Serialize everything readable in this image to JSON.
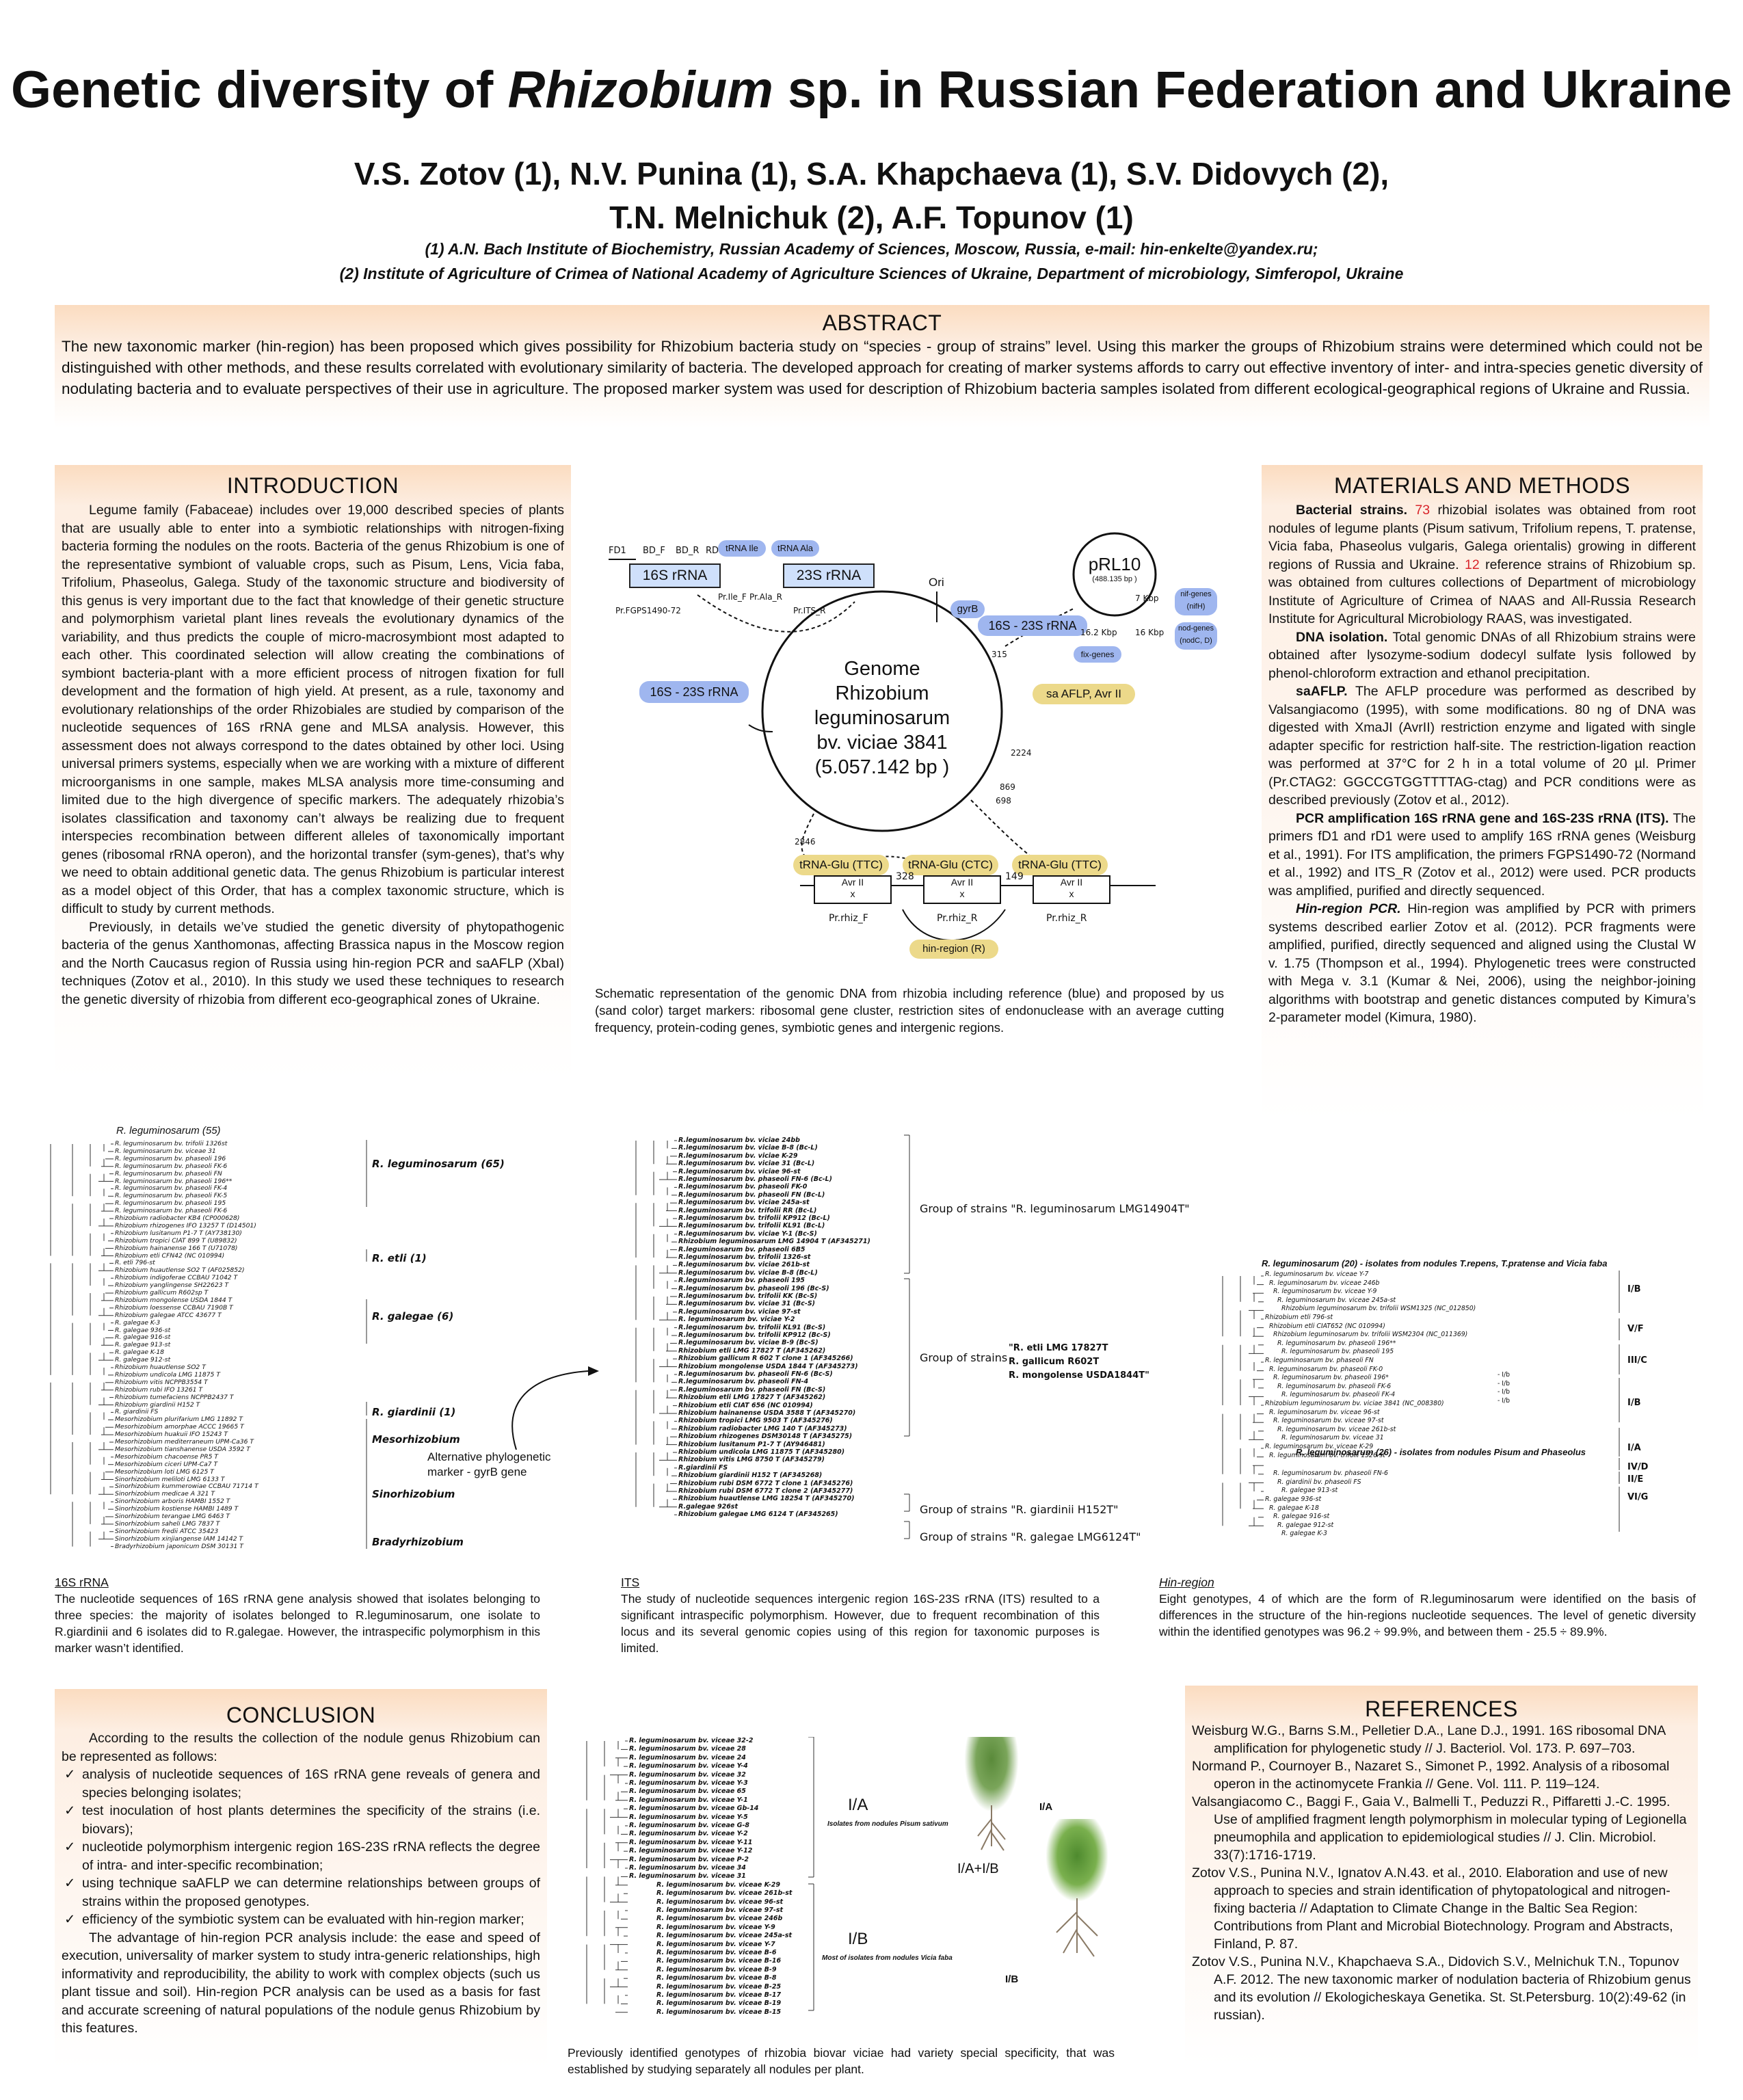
{
  "header": {
    "title_pre": "Genetic diversity of ",
    "title_italic": "Rhizobium",
    "title_post": " sp. in Russian Federation and Ukraine",
    "authors_line1": "V.S. Zotov (1), N.V. Punina (1), S.A. Khapchaeva (1), S.V. Didovych (2),",
    "authors_line2": "T.N. Melnichuk (2), A.F. Topunov (1)",
    "affil_line1": "(1) A.N. Bach Institute of Biochemistry, Russian Academy of Sciences, Moscow, Russia, e-mail: hin-enkelte@yandex.ru;",
    "affil_line2": "(2) Institute of Agriculture of Crimea of National Academy of Agriculture Sciences of Ukraine, Department of microbiology, Simferopol, Ukraine"
  },
  "abstract": {
    "heading": "ABSTRACT",
    "text": "The new taxonomic marker (hin-region) has been proposed which gives possibility for Rhizobium bacteria study on “species - group of strains” level. Using this marker the groups of Rhizobium strains were determined which could not be distinguished with other methods, and these results correlated with evolutionary similarity of bacteria. The developed approach for creating of marker systems affords to carry out effective inventory of inter- and intra-species genetic diversity of nodulating bacteria and to evaluate perspectives of their use in agriculture. The proposed marker system was used for description of Rhizobium bacteria samples isolated from different ecological-geographical regions of Ukraine and Russia."
  },
  "introduction": {
    "heading": "INTRODUCTION",
    "p1": "Legume family (Fabaceae) includes over 19,000 described species of plants that are usually able to enter into a symbiotic relationships with nitrogen-fixing bacteria forming the nodules on the roots. Bacteria of the genus Rhizobium is one of the representative symbiont of valuable crops, such as Pisum, Lens, Vicia faba, Trifolium, Phaseolus, Galega. Study of the taxonomic structure and biodiversity of this genus is very important due to the fact that knowledge of their genetic structure and polymorphism varietal plant lines reveals the evolutionary dynamics of the variability, and thus predicts the couple of micro-macrosymbiont most adapted to each other. This coordinated selection will allow creating the combinations of symbiont bacteria-plant with a more efficient process of nitrogen fixation for full development and the formation of high yield. At present, as a rule, taxonomy and evolutionary relationships of the order Rhizobiales are studied by comparison of the nucleotide sequences of 16S rRNA gene and MLSA analysis. However, this assessment does not always correspond to the dates obtained by other loci. Using universal primers systems, especially when we are working with a mixture of different microorganisms in one sample, makes MLSA analysis more time-consuming and limited due to the high divergence of specific markers. The adequately rhizobia’s isolates classification and taxonomy can’t always be realizing due to frequent interspecies recombination between different alleles of taxonomically important genes (ribosomal rRNA operon), and the horizontal transfer (sym-genes), that’s why we need to obtain additional genetic data. The genus Rhizobium is particular interest as a model object of this Order, that has a complex taxonomic structure, which is difficult to study by current methods.",
    "p2": "Previously, in details we’ve studied the genetic diversity of phytopathogenic bacteria of the genus Xanthomonas, affecting Brassica napus in the Moscow region and the North Caucasus region of Russia using hin-region PCR and saAFLP (XbaI) techniques (Zotov et al., 2010). In this study we used these techniques to research the genetic diversity of rhizobia from different eco-geographical zones of Ukraine."
  },
  "diagram": {
    "genome_l1": "Genome",
    "genome_l2": "Rhizobium",
    "genome_l3": "leguminosarum",
    "genome_l4": "bv. viciae 3841",
    "genome_l5": "(5.057.142 bp )",
    "rrna16s": "16S rRNA",
    "rrna23s": "23S rRNA",
    "trna_ile": "tRNA Ile",
    "trna_ala": "tRNA Ala",
    "fd1": "FD1",
    "bd_f": "BD_F",
    "bd_r": "BD_R",
    "rd1": "RD1",
    "pr_ile": "Pr.Ile_F",
    "pr_ala": "Pr.Ala_R",
    "pr_fgps": "Pr.FGPS1490-72",
    "pr_its": "Pr.ITS_R",
    "its_left": "16S - 23S rRNA",
    "its_right": "16S - 23S rRNA",
    "ori": "Ori",
    "gyrb": "gyrB",
    "plasmid": "pRL10",
    "plasmid_bp": "(488.135 bp )",
    "kbp7": "7 Kbp",
    "kbp16_2": "16.2 Kbp",
    "kbp16": "16 Kbp",
    "nif": "nif-genes",
    "nif2": "(nifH)",
    "nod": "nod-genes",
    "nod2": "(nodC, D)",
    "fix": "fix-genes",
    "aflp": "sa AFLP, Avr II",
    "n315": "315",
    "n2224": "2224",
    "n869": "869",
    "n698": "698",
    "n2846": "2846",
    "trna_glu1": "tRNA-Glu (TTC)",
    "trna_glu2": "tRNA-Glu (CTC)",
    "trna_glu3": "tRNA-Glu (TTC)",
    "avr": "Avr II",
    "n328": "328",
    "n149": "149",
    "x": "x",
    "pr_rhiz_f": "Pr.rhiz_F",
    "pr_rhiz_r": "Pr.rhiz_R",
    "pr_rhiz_r2": "Pr.rhiz_R",
    "hin": "hin-region (R)",
    "caption": "Schematic representation of the genomic DNA from rhizobia including reference (blue) and proposed by us (sand color) target markers: ribosomal gene cluster, restriction sites of endonuclease with an average cutting frequency, protein-coding genes, symbiotic genes and intergenic regions."
  },
  "methods": {
    "heading": "MATERIALS AND METHODS",
    "p1_head": "Bacterial strains. ",
    "p1_num1": "73",
    "p1_a": " rhizobial isolates was obtained from root nodules of legume plants (Pisum sativum, Trifolium repens, T. pratense, Vicia faba, Phaseolus vulgaris, Galega orientalis) growing in different regions of Russia and Ukraine. ",
    "p1_num2": "12",
    "p1_b": " reference strains of Rhizobium sp. was obtained from cultures collections of Department of microbiology Institute of Agriculture of Crimea of NAAS and All-Russia Research Institute for Agricultural Microbiology RAAS, was investigated.",
    "p2_head": "DNA isolation. ",
    "p2": "Total genomic DNAs of all Rhizobium strains were obtained after lysozyme-sodium dodecyl sulfate lysis followed by phenol-chloroform extraction and ethanol precipitation.",
    "p3_head": "saAFLP. ",
    "p3": "The AFLP procedure was performed as described by Valsangiacomo (1995), with some modifications. 80 ng of DNA was digested with XmaJI (AvrII) restriction enzyme and ligated with single adapter specific for restriction half-site. The restriction-ligation reaction was performed at 37°C for 2 h in a total volume of 20 µl. Primer (Pr.CTAG2: GGCCGTGGTTTTAG-ctag) and PCR conditions were as described previously (Zotov et al., 2012).",
    "p4_head": "PCR amplification 16S rRNA gene and 16S-23S rRNA (ITS). ",
    "p4": "The primers fD1 and rD1 were used to amplify 16S rRNA genes (Weisburg et al., 1991). For ITS amplification, the primers FGPS1490-72 (Normand et al., 1992) and ITS_R (Zotov et al., 2012) were used. PCR products was amplified, purified and directly sequenced.",
    "p5_head": "Hin-region PCR. ",
    "p5": "Hin-region was amplified by PCR with primers systems described earlier Zotov et al. (2012). PCR fragments were amplified, purified, directly sequenced and aligned using the Clustal W v. 1.75 (Thompson et al., 1994). Phylogenetic trees were constructed with Mega v. 3.1 (Kumar & Nei, 2006), using the neighbor-joining algorithms with bootstrap and genetic distances computed by Kimura’s 2-parameter model (Kimura, 1980)."
  },
  "tree16s": {
    "top_label": "R. leguminosarum (55)",
    "groups": [
      "R. leguminosarum (65)",
      "R. etli (1)",
      "R. galegae (6)",
      "R. giardinii (1)",
      "Mesorhizobium",
      "Sinorhizobium",
      "Bradyrhizobium"
    ],
    "leaves": [
      "R. leguminosarum bv. trifolii 1326st",
      "R. leguminosarum bv. viceae 31",
      "R. leguminosarum bv. phaseoli 196",
      "R. leguminosarum bv. phaseoli FK-6",
      "R. leguminosarum bv. phaseoli FN",
      "R. leguminosarum bv. phaseoli 196**",
      "R. leguminosarum bv. phaseoli FK-4",
      "R. leguminosarum bv. phaseoli FK-5",
      "R. leguminosarum bv. phaseoli 195",
      "R. leguminosarum bv. phaseoli FK-6",
      "Rhizobium radiobacter KB4 (CP000628)",
      "Rhizobium rhizogenes IFO 13257 T (D14501)",
      "Rhizobium lusitanum P1-7 T (AY738130)",
      "Rhizobium tropici CIAT 899 T (U89832)",
      "Rhizobium hainanense 166 T (U71078)",
      "Rhizobium etli CFN42 (NC 010994)",
      "R. etli 796-st",
      "Rhizobium huautlense SO2 T (AF025852)",
      "Rhizobium indigoferae CCBAU 71042 T",
      "Rhizobium yanglingense SH22623 T",
      "Rhizobium gallicum R602sp T",
      "Rhizobium mongolense USDA 1844 T",
      "Rhizobium loessense CCBAU 7190B T",
      "Rhizobium galegae ATCC 43677 T",
      "R. galegae K-3",
      "R. galegae 936-st",
      "R. galegae 916-st",
      "R. galegae 913-st",
      "R. galegae K-18",
      "R. galegae 912-st",
      "Rhizobium huautlense SO2 T",
      "Rhizobium undicola LMG 11875 T",
      "Rhizobium vitis NCPPB3554 T",
      "Rhizobium rubi IFO 13261 T",
      "Rhizobium tumefaciens NCPPB2437 T",
      "Rhizobium giardinii H152 T",
      "R. giardinii FS",
      "Mesorhizobium plurifarium LMG 11892 T",
      "Mesorhizobium amorphae ACCC 19665 T",
      "Mesorhizobium huakuii IFO 15243 T",
      "Mesorhizobium mediterraneum UPM-Ca36 T",
      "Mesorhizobium tianshanense USDA 3592 T",
      "Mesorhizobium chacoense PR5 T",
      "Mesorhizobium ciceri UPM-Ca7 T",
      "Mesorhizobium loti LMG 6125 T",
      "Sinorhizobium meliloti LMG 6133 T",
      "Sinorhizobium kummerowiae CCBAU 71714 T",
      "Sinorhizobium medicae A 321 T",
      "Sinorhizobium arboris HAMBI 1552 T",
      "Sinorhizobium kostiense HAMBI 1489 T",
      "Sinorhizobium terangae LMG 6463 T",
      "Sinorhizobium saheli LMG 7837 T",
      "Sinorhizobium fredii ATCC 35423",
      "Sinorhizobium xinjiangense IAM 14142 T",
      "Bradyrhizobium japonicum DSM 30131 T"
    ],
    "arrow_label1": "Alternative phylogenetic",
    "arrow_label2": "marker - gyrB gene",
    "caption_head": "16S rRNA",
    "caption": "The nucleotide sequences of 16S rRNA gene analysis showed that isolates belonging to three species: the majority of isolates belonged to R.leguminosarum, one isolate to R.giardinii and 6 isolates did to R.galegae. However, the intraspecific polymorphism in this marker wasn’t identified."
  },
  "treeits": {
    "group1": "Group of strains \"R. leguminosarum LMG14904T\"",
    "group2": "Group of strains",
    "group2b1": "\"R. etli LMG 17827T",
    "group2b2": "R. gallicum R602T",
    "group2b3": "R. mongolense USDA1844T\"",
    "group3": "Group of strains \"R. giardinii H152T\"",
    "group4": "Group of strains \"R. galegae LMG6124T\"",
    "leaves": [
      "R.leguminosarum bv. viciae 24bb",
      "R.leguminosarum bv. viciae B-8 (Bc-L)",
      "R.leguminosarum bv. viciae K-29",
      "R.leguminosarum bv. viciae 31 (Bc-L)",
      "R.leguminosarum bv. viciae 96-st",
      "R.leguminosarum bv. phaseoli FN-6 (Bc-L)",
      "R.leguminosarum bv. phaseoli FK-0",
      "R.leguminosarum bv. phaseoli FN (Bc-L)",
      "R.leguminosarum bv. viciae 245a-st",
      "R.leguminosarum bv. trifolii RR (Bc-L)",
      "R.leguminosarum bv. trifolii KP912 (Bc-L)",
      "R.leguminosarum bv. trifolii KL91 (Bc-L)",
      "R.leguminosarum bv. viciae Y-1 (Bc-S)",
      "Rhizobium leguminosarum LMG 14904 T (AF345271)",
      "R.leguminosarum bv. phaseoli 6B5",
      "R.leguminosarum bv. trifolii 1326-st",
      "R.leguminosarum bv. viciae 261b-st",
      "R.leguminosarum bv. viciae B-8 (Bc-L)",
      "R.leguminosarum bv. phaseoli 195",
      "R.leguminosarum bv. phaseoli 196 (Bc-S)",
      "R.leguminosarum bv. trifolii KK (Bc-S)",
      "R.leguminosarum bv. viciae 31 (Bc-S)",
      "R.leguminosarum bv. viciae 97-st",
      "R. leguminosarum bv. viciae Y-2",
      "R.leguminosarum bv. trifolii KL91 (Bc-S)",
      "R.leguminosarum bv. trifolii KP912 (Bc-S)",
      "R.leguminosarum bv. viciae B-9 (Bc-S)",
      "Rhizobium etli LMG 17827 T (AF345262)",
      "Rhizobium gallicum R 602 T clone 1 (AF345266)",
      "Rhizobium mongolense USDA 1844 T (AF345273)",
      "R.leguminosarum bv. phaseoli FN-6 (Bc-S)",
      "R.leguminosarum bv. phaseoli FN-4",
      "R.leguminosarum bv. phaseoli FN (Bc-S)",
      "Rhizobium etli LMG 17827 T (AF345262)",
      "Rhizobium etli CIAT 656 (NC 010994)",
      "Rhizobium hainanense USDA 3588 T (AF345270)",
      "Rhizobium tropici LMG 9503 T (AF345276)",
      "Rhizobium radiobacter LMG 140 T (AF345273)",
      "Rhizobium rhizogenes DSM30148 T (AF345275)",
      "Rhizobium lusitanum P1-7 T (AY946481)",
      "Rhizobium undicola LMG 11875 T (AF345280)",
      "Rhizobium vitis LMG 8750 T (AF345279)",
      "R.giardinii FS",
      "Rhizobium giardinii H152 T (AF345268)",
      "Rhizobium rubi DSM 6772 T clone 1 (AF345276)",
      "Rhizobium rubi DSM 6772 T clone 2 (AF345277)",
      "Rhizobium huautlense LMG 18254 T (AF345270)",
      "R.galegae 926st",
      "Rhizobium galegae LMG 6124 T (AF345265)"
    ],
    "caption_head": "ITS",
    "caption": "The study of nucleotide sequences intergenic region 16S-23S rRNA (ITS) resulted to a significant intraspecific polymorphism. However, due to frequent recombination of this locus and its several genomic copies using of this region for taxonomic purposes is limited."
  },
  "treehin": {
    "title1": "R. leguminosarum (20) - isolates from nodules T.repens, T.pratense and Vicia faba",
    "title2": "R. leguminosarum (26) - isolates from nodules Pisum and Phaseolus",
    "types": [
      "I/B",
      "V/F",
      "III/C",
      "I/B",
      "I/A",
      "IV/D",
      "II/E",
      "VI/G"
    ],
    "dashes": [
      "- I/b",
      "- I/b",
      "- I/b",
      "- I/b"
    ],
    "leaves": [
      "R. leguminosarum bv. viceae Y-7",
      "R. leguminosarum bv. viceae 246b",
      "R. leguminosarum bv. viceae Y-9",
      "R. leguminosarum bv. viceae 245a-st",
      "Rhizobium leguminosarum bv. trifolii WSM1325 (NC_012850)",
      "Rhizobium etli 796-st",
      "Rhizobium etli CIAT652 (NC 010994)",
      "Rhizobium leguminosarum bv. trifolii WSM2304 (NC_011369)",
      "R. leguminosarum bv. phaseoli 196**",
      "R. leguminosarum bv. phaseoli 195",
      "R. leguminosarum bv. phaseoli FN",
      "R. leguminosarum bv. phaseoli FK-0",
      "R. leguminosarum bv. phaseoli 196*",
      "R. leguminosarum bv. phaseoli FK-6",
      "R. leguminosarum bv. phaseoli FK-4",
      "Rhizobium leguminosarum bv. viciae 3841 (NC_008380)",
      "R. leguminosarum bv. viceae 96-st",
      "R. leguminosarum bv. viceae 97-st",
      "R. leguminosarum bv. viceae 261b-st",
      "R. leguminosarum bv. viceae 31",
      "R. leguminosarum bv. viceae K-29",
      "R. leguminosarum bv. trifolii 1326-st",
      "R. leguminosarum bv. phaseoli FN-6",
      "R. giardinii bv. phaseoli FS",
      "R. galegae 913-st",
      "R. galegae 936-st",
      "R. galegae K-18",
      "R. galegae 916-st",
      "R. galegae 912-st",
      "R. galegae K-3"
    ],
    "caption_head": "Hin-region",
    "caption": "Eight genotypes, 4 of which are the form of R.leguminosarum were identified on the basis of differences in the structure of the hin-regions nucleotide sequences. The level of genetic diversity within the identified genotypes was 96.2 ÷ 99.9%, and between them - 25.5 ÷ 89.9%."
  },
  "conclusion": {
    "heading": "CONCLUSION",
    "p1": "According to the results the collection of the nodule genus Rhizobium can be represented as follows:",
    "bullets": [
      "analysis of nucleotide sequences of 16S rRNA gene reveals of genera and species belonging isolates;",
      "test inoculation of host plants determines the specificity of the strains (i.e. biovars);",
      "nucleotide polymorphism intergenic region 16S-23S rRNA reflects the degree of intra- and inter-specific recombination;",
      "using technique saAFLP we can determine relationships between groups of strains within the proposed genotypes.",
      "efficiency of the symbiotic system can be evaluated with hin-region marker;"
    ],
    "p2": "The advantage of hin-region PCR analysis include: the ease and speed of execution, universality of marker system to study intra-generic relationships, high informativity and reproducibility, the ability to work with complex objects (such us plant tissue and soil). Hin-region PCR analysis can be used as a basis for fast and accurate screening of natural populations of the nodule genus Rhizobium by this features."
  },
  "treebiovar": {
    "label_ia": "I/A",
    "label_ib": "I/B",
    "sub_ia": "Isolates from nodules Pisum sativum",
    "sub_ib": "Most of isolates from nodules Vicia faba",
    "plant_ia": "I/A",
    "plant_mix": "I/A+I/B",
    "plant_ib": "I/B",
    "leaves": [
      "R. leguminosarum bv. viceae 32-2",
      "R. leguminosarum bv. viceae 28",
      "R. leguminosarum bv. viceae 24",
      "R. leguminosarum bv. viceae Y-4",
      "R. leguminosarum bv. viceae 32",
      "R. leguminosarum bv. viceae Y-3",
      "R. leguminosarum bv. viceae 65",
      "R. leguminosarum bv. viceae Y-1",
      "R. leguminosarum bv. viceae Gb-14",
      "R. leguminosarum bv. viceae Y-5",
      "R. leguminosarum bv. viceae G-8",
      "R. leguminosarum bv. viceae Y-2",
      "R. leguminosarum bv. viceae Y-11",
      "R. leguminosarum bv. viceae Y-12",
      "R. leguminosarum bv. viceae P-2",
      "R. leguminosarum bv. viceae 34",
      "R. leguminosarum bv. viceae 31",
      "R. leguminosarum bv. viceae K-29",
      "R. leguminosarum bv. viceae 261b-st",
      "R. leguminosarum bv. viceae 96-st",
      "R. leguminosarum bv. viceae 97-st",
      "R. leguminosarum bv. viceae 246b",
      "R. leguminosarum bv. viceae Y-9",
      "R. leguminosarum bv. viceae 245a-st",
      "R. leguminosarum bv. viceae Y-7",
      "R. leguminosarum bv. viceae B-6",
      "R. leguminosarum bv. viceae B-16",
      "R. leguminosarum bv. viceae B-9",
      "R. leguminosarum bv. viceae B-8",
      "R. leguminosarum bv. viceae B-25",
      "R. leguminosarum bv. viceae B-17",
      "R. leguminosarum bv. viceae B-19",
      "R. leguminosarum bv. viceae B-15"
    ],
    "caption": "Previously identified genotypes of rhizobia biovar viciae had variety special specificity, that was established by studying separately all nodules per plant."
  },
  "references": {
    "heading": "REFERENCES",
    "items": [
      "Weisburg W.G., Barns S.M., Pelletier D.A., Lane D.J., 1991. 16S ribosomal DNA amplification for phylogenetic study // J. Bacteriol. Vol. 173. P. 697–703.",
      "Normand P., Cournoyer B., Nazaret S., Simonet P., 1992. Analysis of a ribosomal operon in the actinomycete Frankia // Gene. Vol. 111. P. 119–124.",
      "Valsangiacomo C., Baggi F., Gaia V., Balmelli T., Peduzzi R., Piffaretti J.-C. 1995. Use of amplified fragment length polymorphism in molecular typing of Legionella pneumophila and application to epidemiological studies // J. Clin. Microbiol. 33(7):1716-1719.",
      "Zotov V.S., Punina N.V., Ignatov A.N.43. et al., 2010. Elaboration and use of new approach to species and strain identification of phytopatological and nitrogen-fixing bacteria // Adaptation to Climate Change in the Baltic Sea Region: Contributions from Plant and Microbial Biotechnology. Program and Abstracts, Finland, P. 87.",
      "Zotov V.S., Punina N.V., Khapchaeva S.A., Didovich S.V., Melnichuk T.N., Topunov A.F. 2012. The new taxonomic marker of nodulation bacteria of Rhizobium genus and its evolution // Ekologicheskaya Genetika. St. St.Petersburg. 10(2):49-62 (in russian)."
    ]
  },
  "colors": {
    "accent_red": "#d9252b",
    "panel_top": "#fbdcc0",
    "blue_box": "#cfe0fb",
    "sand": "#ecd98a"
  }
}
